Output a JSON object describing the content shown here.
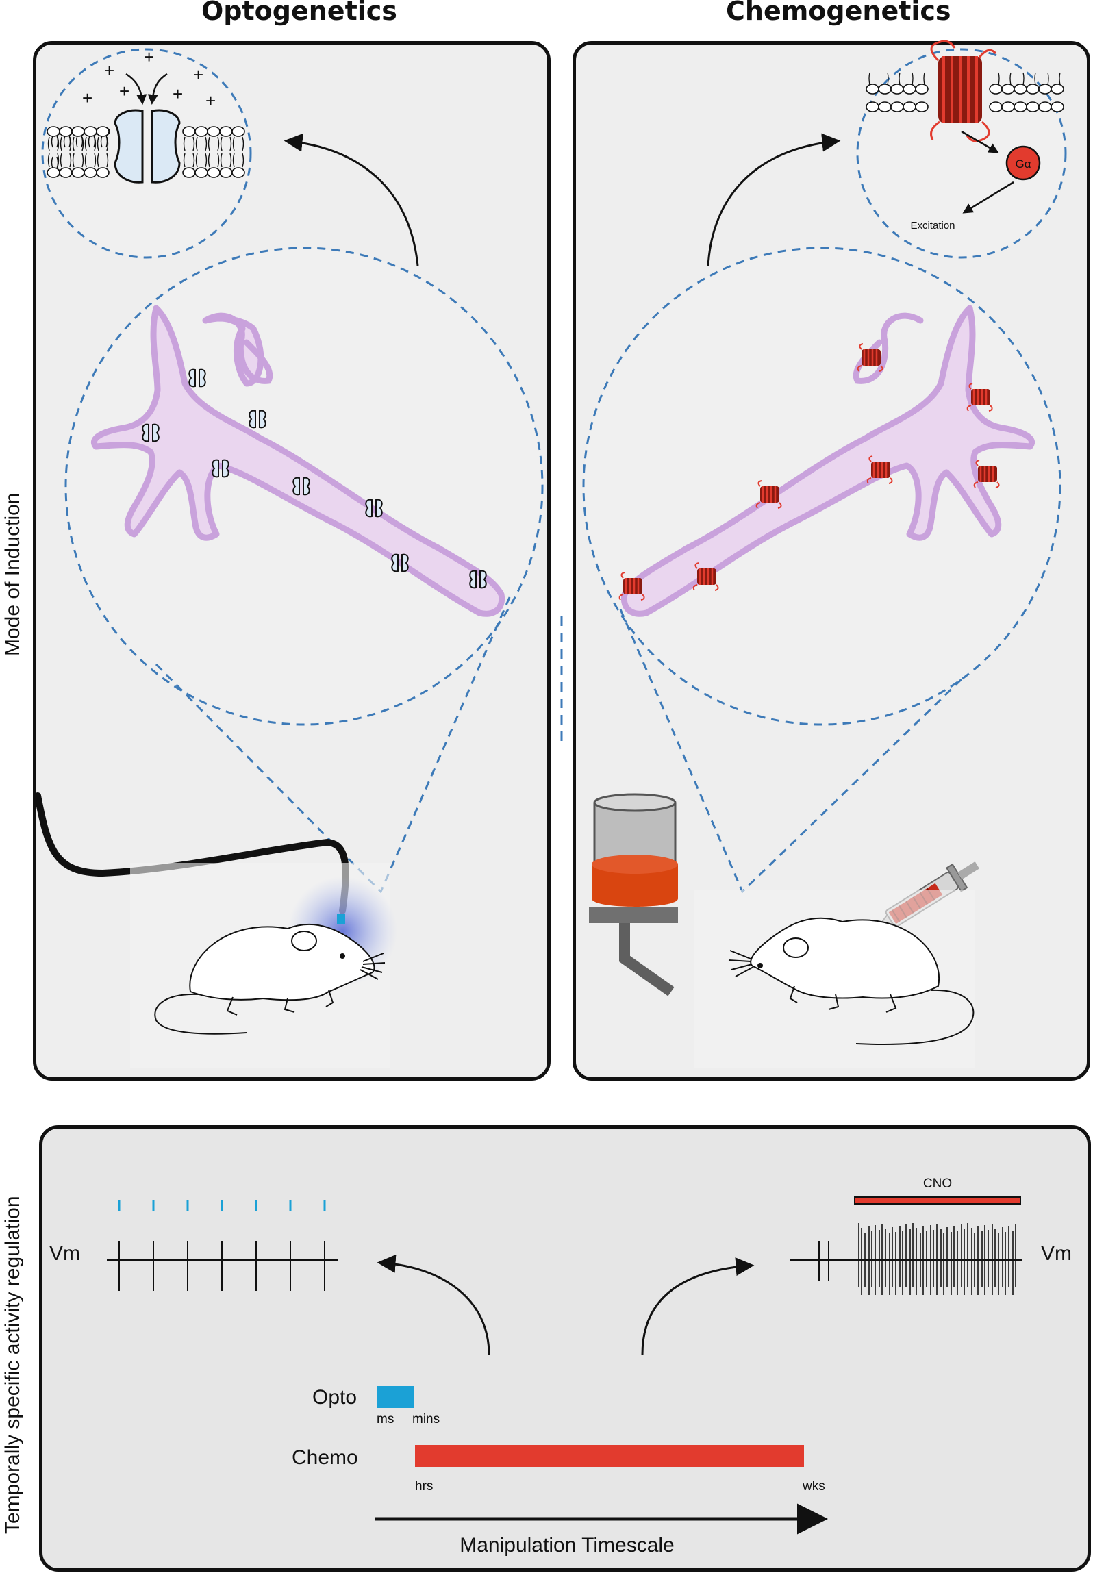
{
  "titles": {
    "left": "Optogenetics",
    "right": "Chemogenetics"
  },
  "side_labels": {
    "top": "Mode of Induction",
    "bottom": "Temporally specific activity regulation"
  },
  "chemo_pathway": {
    "protein_label": "Gα",
    "result_label": "Excitation"
  },
  "traces": {
    "left_label": "Vm",
    "right_label": "Vm",
    "drug_label": "CNO"
  },
  "timescale": {
    "opto_label": "Opto",
    "opto_start": "ms",
    "opto_end": "mins",
    "chemo_label": "Chemo",
    "chemo_start": "hrs",
    "chemo_end": "wks",
    "axis_label": "Manipulation Timescale"
  },
  "colors": {
    "panel_bg": "#eeeeee",
    "neuron_fill": "#ead6ef",
    "neuron_stroke": "#c9a2dc",
    "dashed": "#3d7ab8",
    "opto_blue": "#1ba1d6",
    "chemo_red": "#e23b2e",
    "light_blue": "#5a72d6",
    "receptor_red": "#d62e1f",
    "bottle_liquid": "#d94510"
  }
}
